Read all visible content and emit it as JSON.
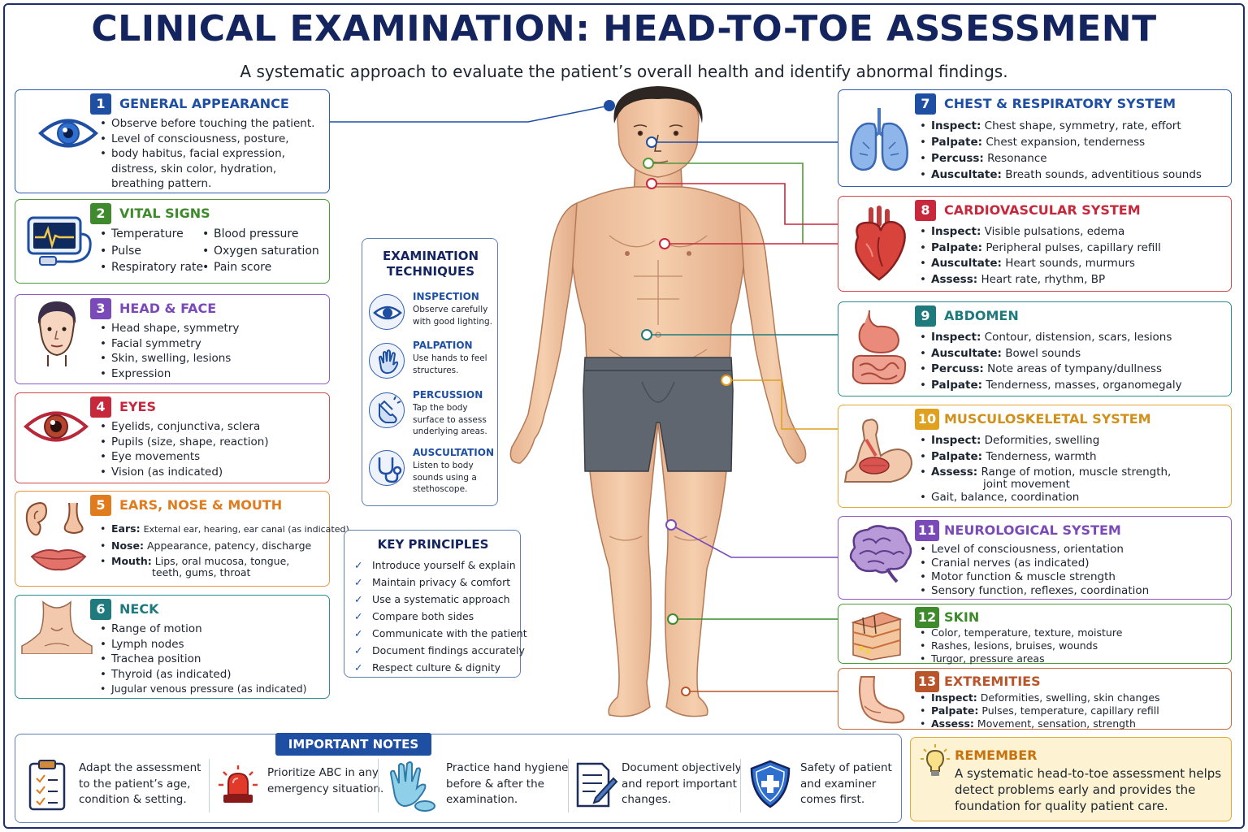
{
  "header": {
    "title": "CLINICAL EXAMINATION: HEAD-TO-TOE ASSESSMENT",
    "subtitle": "A systematic approach to evaluate the patient’s overall health and identify abnormal findings."
  },
  "colors": {
    "navy": "#14245e",
    "blue": "#1f4fa3",
    "green": "#3e8a2c",
    "purple": "#7a4bb8",
    "red": "#c8283c",
    "orange": "#e07b1e",
    "teal": "#1f7a7e",
    "gold": "#e0a020",
    "brown": "#b8552a"
  },
  "sections": {
    "s1": {
      "num": "1",
      "title": "GENERAL APPEARANCE",
      "icon": "eye-icon",
      "items": [
        "Observe before touching the patient.",
        "Level of consciousness, posture,",
        "body habitus, facial expression,",
        "distress, skin color, hydration,",
        "breathing pattern."
      ]
    },
    "s2": {
      "num": "2",
      "title": "VITAL SIGNS",
      "icon": "monitor-icon",
      "items": [
        "Temperature",
        "Pulse",
        "Respiratory rate",
        "Blood pressure",
        "Oxygen saturation",
        "Pain score"
      ]
    },
    "s3": {
      "num": "3",
      "title": "HEAD & FACE",
      "icon": "face-icon",
      "items": [
        "Head shape, symmetry",
        "Facial symmetry",
        "Skin, swelling, lesions",
        "Expression"
      ]
    },
    "s4": {
      "num": "4",
      "title": "EYES",
      "icon": "eye-icon",
      "items": [
        "Eyelids, conjunctiva, sclera",
        "Pupils (size, shape, reaction)",
        "Eye movements",
        "Vision (as indicated)"
      ]
    },
    "s5": {
      "num": "5",
      "title": "EARS, NOSE & MOUTH",
      "icon": "ear-nose-mouth-icon",
      "items": [
        {
          "k": "Ears:",
          "v": "External ear, hearing, ear canal (as indicated)"
        },
        {
          "k": "Nose:",
          "v": "Appearance, patency, discharge"
        },
        {
          "k": "Mouth:",
          "v": "Lips, oral mucosa, tongue,"
        }
      ],
      "cont": "teeth, gums, throat"
    },
    "s6": {
      "num": "6",
      "title": "NECK",
      "icon": "neck-icon",
      "items": [
        "Range of motion",
        "Lymph nodes",
        "Trachea position",
        "Thyroid (as indicated)",
        "Jugular venous pressure (as indicated)"
      ]
    },
    "s7": {
      "num": "7",
      "title": "CHEST & RESPIRATORY SYSTEM",
      "icon": "lungs-icon",
      "items": [
        {
          "k": "Inspect:",
          "v": "Chest shape, symmetry, rate, effort"
        },
        {
          "k": "Palpate:",
          "v": "Chest expansion, tenderness"
        },
        {
          "k": "Percuss:",
          "v": "Resonance"
        },
        {
          "k": "Auscultate:",
          "v": "Breath sounds, adventitious sounds"
        }
      ]
    },
    "s8": {
      "num": "8",
      "title": "CARDIOVASCULAR SYSTEM",
      "icon": "heart-icon",
      "items": [
        {
          "k": "Inspect:",
          "v": "Visible pulsations, edema"
        },
        {
          "k": "Palpate:",
          "v": "Peripheral pulses, capillary refill"
        },
        {
          "k": "Auscultate:",
          "v": "Heart sounds, murmurs"
        },
        {
          "k": "Assess:",
          "v": "Heart rate, rhythm, BP"
        }
      ]
    },
    "s9": {
      "num": "9",
      "title": "ABDOMEN",
      "icon": "stomach-icon",
      "items": [
        {
          "k": "Inspect:",
          "v": "Contour, distension, scars, lesions"
        },
        {
          "k": "Auscultate:",
          "v": "Bowel sounds"
        },
        {
          "k": "Percuss:",
          "v": "Note areas of tympany/dullness"
        },
        {
          "k": "Palpate:",
          "v": "Tenderness, masses, organomegaly"
        }
      ]
    },
    "s10": {
      "num": "10",
      "title": "MUSCULOSKELETAL SYSTEM",
      "icon": "arm-muscle-icon",
      "items": [
        {
          "k": "Inspect:",
          "v": "Deformities, swelling"
        },
        {
          "k": "Palpate:",
          "v": "Tenderness, warmth"
        },
        {
          "k": "Assess:",
          "v": "Range of motion, muscle strength,"
        }
      ],
      "cont": "joint movement",
      "last": "Gait, balance, coordination"
    },
    "s11": {
      "num": "11",
      "title": "NEUROLOGICAL SYSTEM",
      "icon": "brain-icon",
      "items": [
        "Level of consciousness, orientation",
        "Cranial nerves (as indicated)",
        "Motor function & muscle strength",
        "Sensory function, reflexes, coordination"
      ]
    },
    "s12": {
      "num": "12",
      "title": "SKIN",
      "icon": "skin-layers-icon",
      "items": [
        "Color, temperature, texture, moisture",
        "Rashes, lesions, bruises, wounds",
        "Turgor, pressure areas"
      ]
    },
    "s13": {
      "num": "13",
      "title": "EXTREMITIES",
      "icon": "foot-icon",
      "items": [
        {
          "k": "Inspect:",
          "v": "Deformities, swelling, skin changes"
        },
        {
          "k": "Palpate:",
          "v": "Pulses, temperature, capillary refill"
        },
        {
          "k": "Assess:",
          "v": "Movement, sensation, strength"
        }
      ]
    }
  },
  "techniques": {
    "title_line1": "EXAMINATION",
    "title_line2": "TECHNIQUES",
    "items": [
      {
        "name": "INSPECTION",
        "desc": "Observe carefully with good lighting.",
        "icon": "eye-icon"
      },
      {
        "name": "PALPATION",
        "desc": "Use hands to feel structures.",
        "icon": "hand-icon"
      },
      {
        "name": "PERCUSSION",
        "desc": "Tap the body surface to assess underlying areas.",
        "icon": "tapping-hand-icon"
      },
      {
        "name": "AUSCULTATION",
        "desc": "Listen to body sounds using a stethoscope.",
        "icon": "stethoscope-icon"
      }
    ]
  },
  "key_principles": {
    "title": "KEY PRINCIPLES",
    "items": [
      "Introduce yourself & explain",
      "Maintain privacy & comfort",
      "Use a systematic approach",
      "Compare both sides",
      "Communicate with the patient",
      "Document findings accurately",
      "Respect culture & dignity"
    ]
  },
  "notes": {
    "title": "IMPORTANT NOTES",
    "items": [
      {
        "text": [
          "Adapt the assessment",
          "to the patient’s age,",
          "condition & setting."
        ],
        "icon": "clipboard-icon"
      },
      {
        "text": [
          "Prioritize ABC in any",
          "emergency situation."
        ],
        "icon": "alarm-siren-icon"
      },
      {
        "text": [
          "Practice hand hygiene",
          "before & after the",
          "examination."
        ],
        "icon": "gloves-icon"
      },
      {
        "text": [
          "Document objectively",
          "and report important",
          "changes."
        ],
        "icon": "document-pen-icon"
      },
      {
        "text": [
          "Safety of patient",
          "and examiner",
          "comes first."
        ],
        "icon": "shield-cross-icon"
      }
    ]
  },
  "remember": {
    "title": "REMEMBER",
    "text": "A systematic head-to-toe assessment helps detect problems early and provides the foundation for quality patient care.",
    "icon": "lightbulb-icon"
  }
}
